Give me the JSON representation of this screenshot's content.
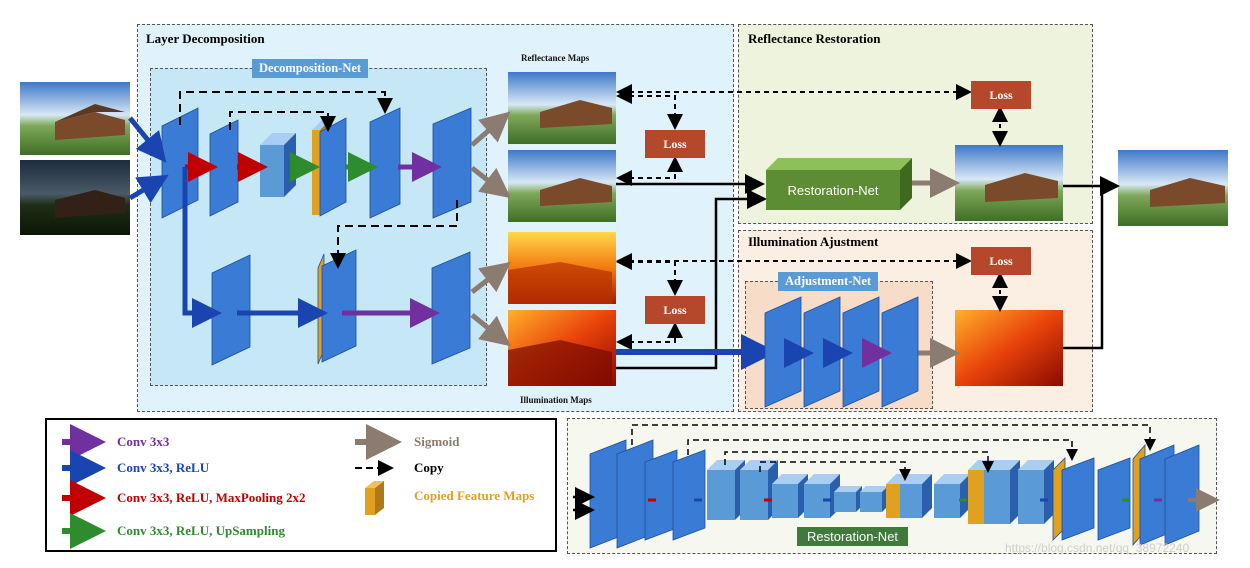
{
  "panels": {
    "layer_decomposition": "Layer Decomposition",
    "decomposition_net": "Decomposition-Net",
    "reflectance_restoration": "Reflectance Restoration",
    "illumination_adjustment": "Illumination Ajustment",
    "adjustment_net": "Adjustment-Net",
    "restoration_net_block": "Restoration-Net",
    "restoration_net_detail": "Restoration-Net"
  },
  "labels": {
    "reflectance_maps": "Reflectance Maps",
    "illumination_maps": "Illumination Maps",
    "loss": "Loss"
  },
  "legend": {
    "conv": "Conv 3x3",
    "conv_relu": "Conv 3x3, ReLU",
    "conv_relu_pool": "Conv 3x3, ReLU, MaxPooling 2x2",
    "conv_relu_up": "Conv 3x3, ReLU, UpSampling",
    "sigmoid": "Sigmoid",
    "copy": "Copy",
    "copied": "Copied Feature Maps"
  },
  "colors": {
    "conv": "#7030a0",
    "conv_relu": "#1a45b0",
    "pool": "#c00000",
    "upsample": "#2e8b2e",
    "sigmoid": "#8c7b70",
    "copied": "#e0a020",
    "loss": "#b5482a",
    "block": "#3a7bd5"
  },
  "watermark": "https://blog.csdn.net/qq_38972240"
}
